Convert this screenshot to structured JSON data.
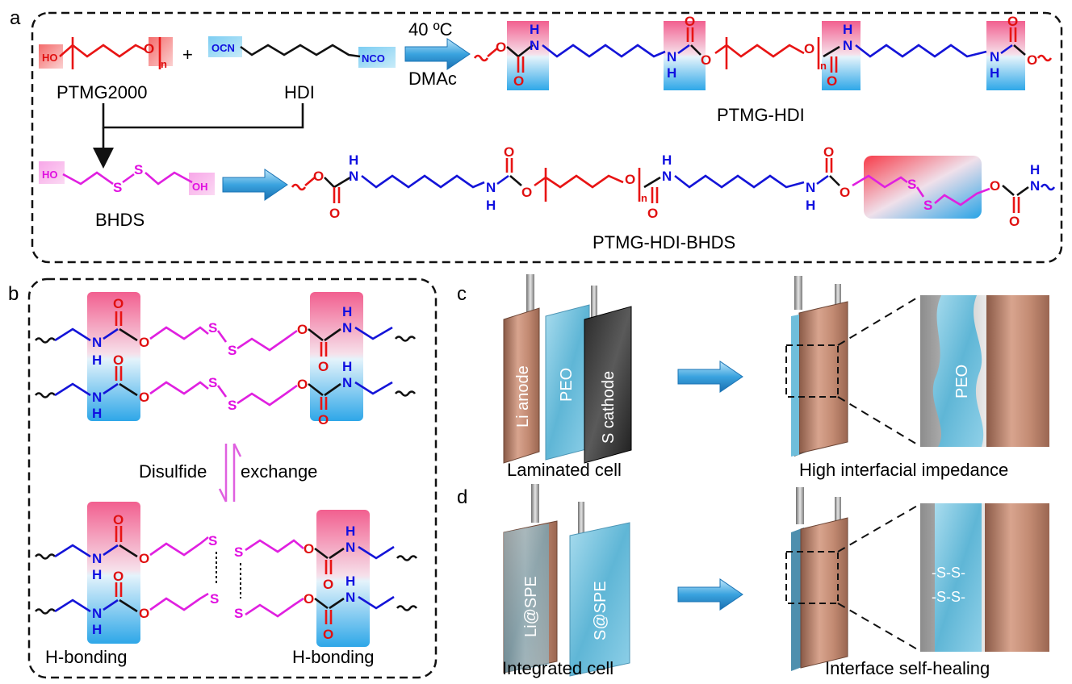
{
  "panels": {
    "a": "a",
    "b": "b",
    "c": "c",
    "d": "d"
  },
  "scheme_a": {
    "reactant1": "PTMG2000",
    "reactant2": "HDI",
    "reactant3": "BHDS",
    "plus": "+",
    "condition_temp": "40 ºC",
    "condition_solvent": "DMAc",
    "product1": "PTMG-HDI",
    "product2": "PTMG-HDI-BHDS"
  },
  "atoms": {
    "HO": "HO",
    "OH": "OH",
    "O": "O",
    "N": "N",
    "H": "H",
    "S": "S",
    "OCN": "OCN",
    "NCO": "NCO",
    "n": "n"
  },
  "scheme_b": {
    "exchange_left": "Disulfide",
    "exchange_right": "exchange",
    "hbond_left": "H-bonding",
    "hbond_right": "H-bonding"
  },
  "panel_c": {
    "layer1": "Li anode",
    "layer2": "PEO",
    "layer3": "S cathode",
    "zoom_label": "PEO",
    "caption_left": "Laminated cell",
    "caption_right": "High interfacial impedance"
  },
  "panel_d": {
    "layer1": "Li@SPE",
    "layer2": "S@SPE",
    "zoom_label_1": "-S-S-",
    "zoom_label_2": "-S-S-",
    "caption_left": "Integrated cell",
    "caption_right": "Interface self-healing"
  },
  "colors": {
    "blue_atom": "#1010e0",
    "red_atom": "#e01010",
    "magenta_atom": "#e010e0",
    "copper": "#b8806a",
    "arrow": "#2f8fd0"
  }
}
